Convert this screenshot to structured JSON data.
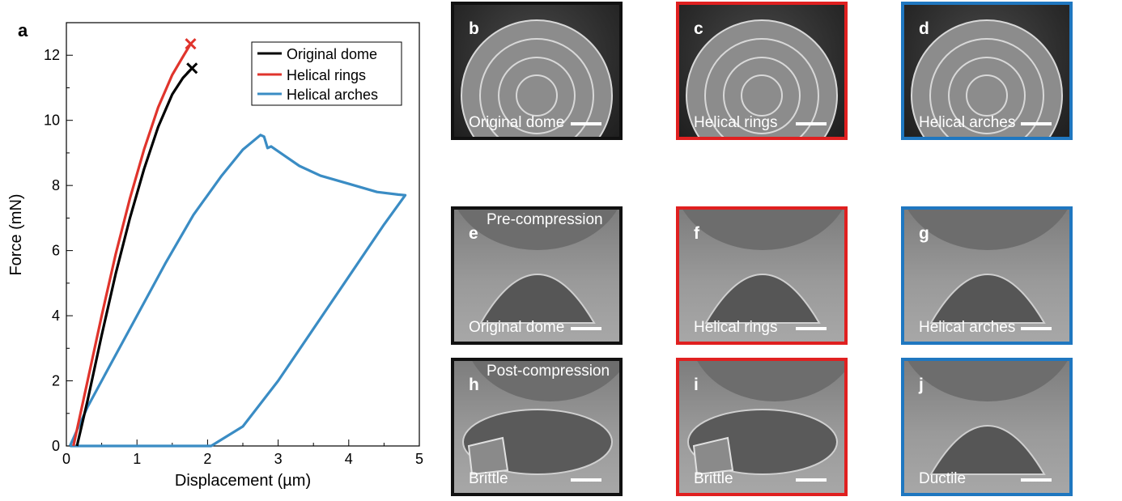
{
  "chart_data": {
    "type": "line",
    "panel_label": "a",
    "xlabel": "Displacement (µm)",
    "ylabel": "Force (mN)",
    "xlim": [
      0,
      5
    ],
    "ylim": [
      0,
      13
    ],
    "xticks": [
      0,
      1,
      2,
      3,
      4,
      5
    ],
    "yticks": [
      0,
      2,
      4,
      6,
      8,
      10,
      12
    ],
    "legend_position": "top-right",
    "grid": false,
    "series": [
      {
        "name": "Original dome",
        "color": "#000000",
        "x": [
          0.15,
          0.3,
          0.5,
          0.7,
          0.9,
          1.1,
          1.3,
          1.5,
          1.65,
          1.78
        ],
        "y": [
          0,
          1.4,
          3.4,
          5.3,
          7.0,
          8.5,
          9.8,
          10.8,
          11.3,
          11.6
        ],
        "end_marker": "x"
      },
      {
        "name": "Helical rings",
        "color": "#e0342c",
        "x": [
          0.1,
          0.3,
          0.5,
          0.7,
          0.9,
          1.1,
          1.3,
          1.5,
          1.65,
          1.76
        ],
        "y": [
          0,
          2.0,
          4.0,
          5.9,
          7.6,
          9.1,
          10.4,
          11.4,
          11.95,
          12.35
        ],
        "end_marker": "x"
      },
      {
        "name": "Helical arches",
        "color": "#3a8cc4",
        "x": [
          0.05,
          0.3,
          0.6,
          1.0,
          1.4,
          1.8,
          2.2,
          2.5,
          2.75,
          2.8,
          2.85,
          2.9,
          3.1,
          3.3,
          3.6,
          4.0,
          4.4,
          4.7,
          4.8,
          4.5,
          4.0,
          3.5,
          3.0,
          2.5,
          2.05,
          1.6,
          1.0,
          0.5,
          0.05
        ],
        "y": [
          0,
          1.2,
          2.4,
          4.0,
          5.6,
          7.1,
          8.3,
          9.1,
          9.55,
          9.5,
          9.15,
          9.2,
          8.9,
          8.6,
          8.3,
          8.05,
          7.8,
          7.72,
          7.7,
          6.8,
          5.2,
          3.6,
          2.0,
          0.6,
          0.0,
          0.0,
          0.0,
          0.0,
          0.0
        ]
      }
    ]
  },
  "images": {
    "top_row": [
      {
        "label": "b",
        "caption": "Original dome"
      },
      {
        "label": "c",
        "caption": "Helical rings"
      },
      {
        "label": "d",
        "caption": "Helical arches"
      }
    ],
    "middle_row": [
      {
        "label": "e",
        "caption": "Original dome",
        "top_text": "Pre-compression"
      },
      {
        "label": "f",
        "caption": "Helical rings"
      },
      {
        "label": "g",
        "caption": "Helical arches"
      }
    ],
    "bottom_row": [
      {
        "label": "h",
        "caption": "Brittle",
        "top_text": "Post-compression"
      },
      {
        "label": "i",
        "caption": "Brittle"
      },
      {
        "label": "j",
        "caption": "Ductile"
      }
    ],
    "border_colors": [
      "#111111",
      "#e02020",
      "#1f77c0"
    ]
  }
}
